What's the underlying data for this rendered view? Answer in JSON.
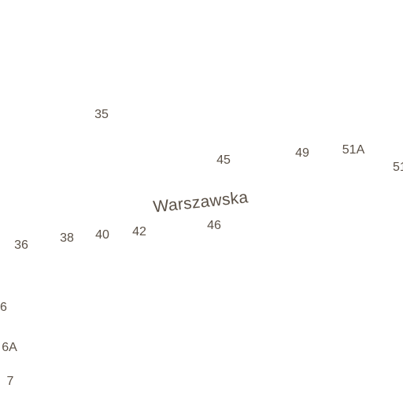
{
  "map": {
    "background_color": "#ffffff",
    "label_color": "#5b5147",
    "street_name": "Warszawska",
    "house_numbers": {
      "n35": "35",
      "n45": "45",
      "n49": "49",
      "n51a": "51A",
      "n51_partial": "51",
      "n36": "36",
      "n38": "38",
      "n40": "40",
      "n42": "42",
      "n46": "46",
      "n6": "6",
      "n6a": "6A",
      "n7": "7"
    }
  }
}
